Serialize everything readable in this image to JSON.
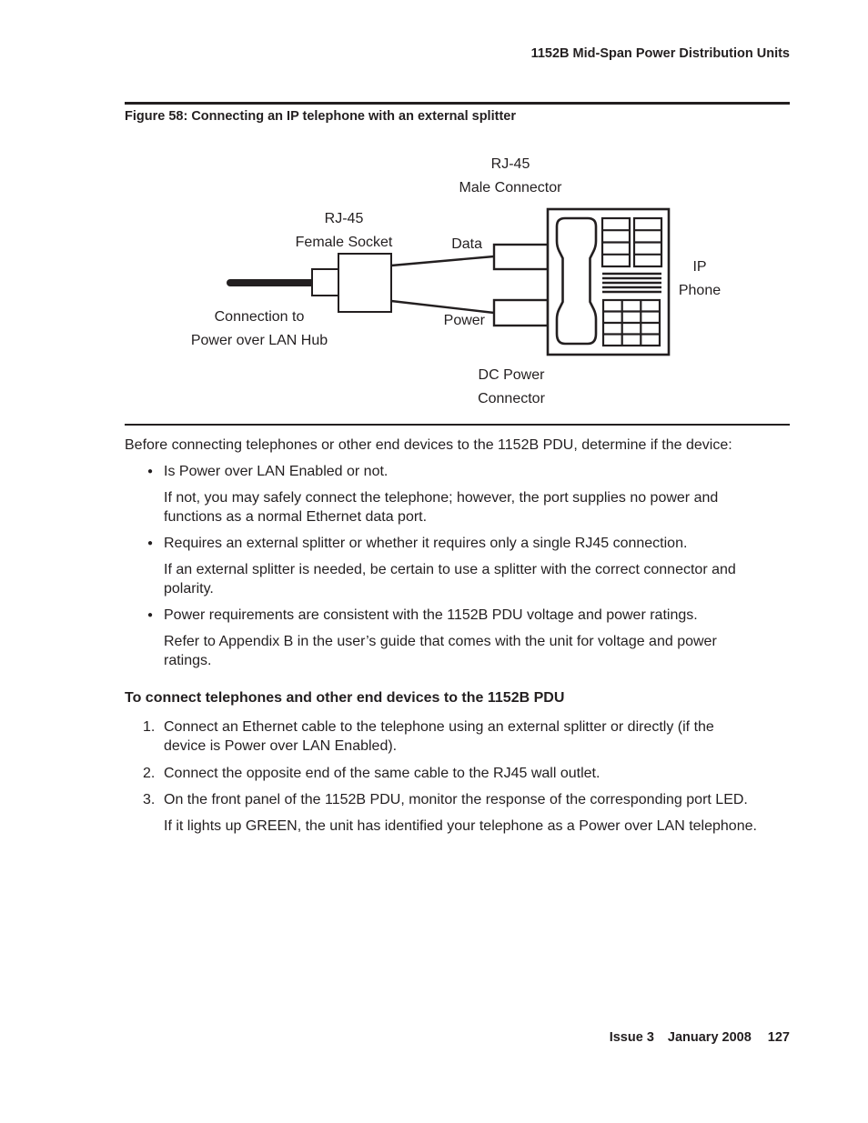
{
  "page": {
    "header_title": "1152B Mid-Span Power Distribution Units",
    "footer": {
      "issue": "Issue 3",
      "date": "January 2008",
      "page_number": "127"
    }
  },
  "figure": {
    "title": "Figure 58: Connecting an IP telephone with an external splitter",
    "labels": {
      "male_connector": {
        "line1": "RJ-45",
        "line2": "Male Connector"
      },
      "female_socket": {
        "line1": "RJ-45",
        "line2": "Female Socket"
      },
      "data": "Data",
      "power": "Power",
      "ip_phone": {
        "line1": "IP",
        "line2": "Phone"
      },
      "lan_hub": {
        "line1": "Connection to",
        "line2": "Power over LAN Hub"
      },
      "dc_power": {
        "line1": "DC Power",
        "line2": "Connector"
      }
    }
  },
  "content": {
    "intro": "Before connecting telephones or other end devices to the 1152B PDU, determine if the device:",
    "bullet_marker": "●",
    "bullets": [
      {
        "main": "Is Power over LAN Enabled or not.",
        "detail_lines": [
          "If not, you may safely connect the telephone; however, the port supplies no power and",
          "functions as a normal Ethernet data port."
        ]
      },
      {
        "main": "Requires an external splitter or whether it requires only a single RJ45 connection.",
        "detail_lines": [
          "If an external splitter is needed, be certain to use a splitter with the correct connector and",
          "polarity."
        ]
      },
      {
        "main": "Power requirements are consistent with the 1152B PDU voltage and power ratings.",
        "detail_lines": [
          "Refer to Appendix B in the user’s guide that comes with the unit for voltage and power",
          "ratings."
        ]
      }
    ],
    "procedure_heading": "To connect telephones and other end devices to the 1152B PDU",
    "steps": [
      {
        "number": "1.",
        "lines": [
          "Connect an Ethernet cable to the telephone using an external splitter or directly (if the",
          "device is Power over LAN Enabled)."
        ]
      },
      {
        "number": "2.",
        "lines": [
          "Connect the opposite end of the same cable to the RJ45 wall outlet."
        ]
      },
      {
        "number": "3.",
        "lines": [
          "On the front panel of the 1152B PDU, monitor the response of the corresponding port LED."
        ],
        "detail_lines": [
          "If it lights up GREEN, the unit has identified your telephone as a Power over LAN telephone."
        ]
      }
    ]
  },
  "colors": {
    "ink": "#231f20",
    "paper": "#ffffff"
  }
}
